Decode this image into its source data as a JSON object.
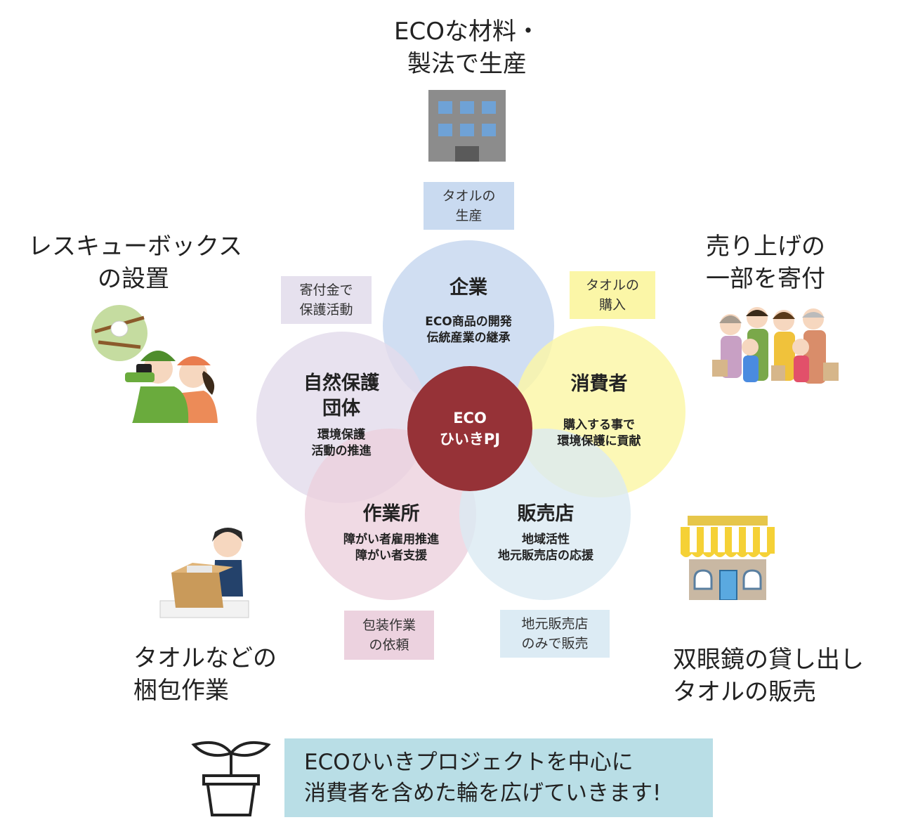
{
  "top_label": [
    "ECOな材料・",
    "製法で生産"
  ],
  "left_top_label": [
    "レスキューボックス",
    "の設置"
  ],
  "right_top_label": [
    "売り上げの",
    "一部を寄付"
  ],
  "left_bottom_label": [
    "タオルなどの",
    "梱包作業"
  ],
  "right_bottom_label": [
    "双眼鏡の貸し出し",
    "タオルの販売"
  ],
  "tags": {
    "company": [
      "タオルの",
      "生産"
    ],
    "nature": [
      "寄付金で",
      "保護活動"
    ],
    "consumer": [
      "タオルの",
      "購入"
    ],
    "workshop": [
      "包装作業",
      "の依頼"
    ],
    "store": [
      "地元販売店",
      "のみで販売"
    ]
  },
  "circles": {
    "company": {
      "title": "企業",
      "sub": [
        "ECO商品の開発",
        "伝統産業の継承"
      ]
    },
    "nature": {
      "title": [
        "自然保護",
        "団体"
      ],
      "sub": [
        "環境保護",
        "活動の推進"
      ]
    },
    "consumer": {
      "title": "消費者",
      "sub": [
        "購入する事で",
        "環境保護に貢献"
      ]
    },
    "workshop": {
      "title": "作業所",
      "sub": [
        "障がい者雇用推進",
        "障がい者支援"
      ]
    },
    "store": {
      "title": "販売店",
      "sub": [
        "地域活性",
        "地元販売店の応援"
      ]
    },
    "center": [
      "ECO",
      "ひいきPJ"
    ]
  },
  "banner": [
    "ECOひいきプロジェクトを中心に",
    "消費者を含めた輪を広げていきます!"
  ],
  "colors": {
    "company": "#c9daf0",
    "nature": "#e3dcec",
    "consumer": "#fbf7a6",
    "workshop": "#ecd0dc",
    "store": "#dbeaf3",
    "center": "#963237",
    "tag_company": "#c9daf0",
    "tag_nature": "#e6e1ee",
    "tag_consumer": "#fbf6a7",
    "tag_workshop": "#ecd2df",
    "tag_store": "#dcebf4",
    "banner": "#b9dee6"
  },
  "icons": [
    "factory-building-icon",
    "birdwatchers-icon",
    "family-shopping-icon",
    "packing-worker-icon",
    "shop-front-icon",
    "sprout-pot-icon"
  ]
}
